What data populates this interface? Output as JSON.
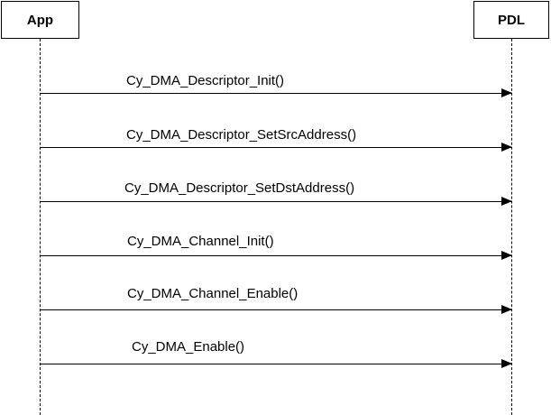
{
  "participants": {
    "app": "App",
    "pdl": "PDL"
  },
  "messages": [
    {
      "from": "App",
      "to": "PDL",
      "label": "Cy_DMA_Descriptor_Init()"
    },
    {
      "from": "App",
      "to": "PDL",
      "label": "Cy_DMA_Descriptor_SetSrcAddress()"
    },
    {
      "from": "App",
      "to": "PDL",
      "label": "Cy_DMA_Descriptor_SetDstAddress()"
    },
    {
      "from": "App",
      "to": "PDL",
      "label": "Cy_DMA_Channel_Init()"
    },
    {
      "from": "App",
      "to": "PDL",
      "label": "Cy_DMA_Channel_Enable()"
    },
    {
      "from": "App",
      "to": "PDL",
      "label": "Cy_DMA_Enable()"
    }
  ]
}
